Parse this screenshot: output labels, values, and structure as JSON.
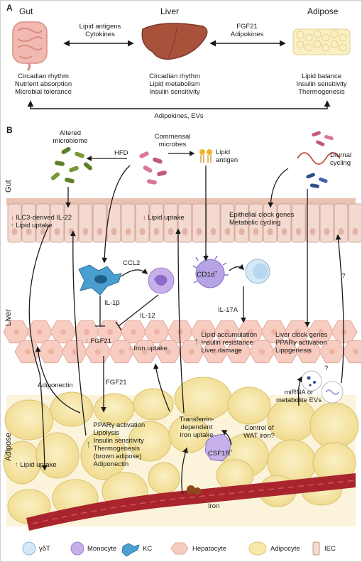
{
  "panelA": {
    "letter": "A",
    "gut": {
      "title": "Gut",
      "lines": [
        "Circadian rhythm",
        "Nutrient absorption",
        "Microbial tolerance"
      ]
    },
    "liver": {
      "title": "Liver",
      "lines": [
        "Circadian rhythm",
        "Lipid metabolism",
        "Insulin sensitivity"
      ]
    },
    "adipose": {
      "title": "Adipose",
      "lines": [
        "Lipid balance",
        "Insulin sensitivity",
        "Thermogenesis"
      ]
    },
    "gut_liver": [
      "Lipid antigens",
      "Cytokines"
    ],
    "liver_adipose": [
      "FGF21",
      "Adipokines"
    ],
    "bottom": "Adipokines, EVs"
  },
  "panelB": {
    "letter": "B",
    "side": {
      "gut": "Gut",
      "liver": "Liver",
      "adipose": "Adipose"
    },
    "altered": [
      "Altered",
      "microbiome"
    ],
    "commensal": [
      "Commensal",
      "microbes"
    ],
    "hfd": "HFD",
    "lipid_antigen": [
      "Lipid",
      "antigen"
    ],
    "diurnal": [
      "Diurnal",
      "cycling"
    ],
    "gut_box1": {
      "l1": "ILC3-derived IL-22",
      "l2": "Lipid uptake"
    },
    "gut_box2": "Lipid uptake",
    "gut_box3": [
      "Epithelial clock genes",
      "Metabolic cycling"
    ],
    "ccl2": "CCL2",
    "il1b": "IL-1β",
    "il12": "IL-12",
    "cd1d": "CD1d",
    "cd1d_sup": "+",
    "il17a": "IL-17A",
    "q1": "?",
    "q2": "?",
    "liver_fgf21": "FGF21",
    "iron_uptake": "Iron uptake",
    "liver_mid": [
      "Lipid accumulation",
      "Insulin resistance",
      "Liver damage"
    ],
    "liver_right": [
      "Liver clock genes",
      "PPARγ activation",
      "Lipogenesis"
    ],
    "adiponectin": "Adiponectin",
    "fgf21_2": "FGF21",
    "mirna": [
      "miRNA or",
      "metabolite EVs"
    ],
    "adipose_list": [
      "PPARγ activation",
      "Lipolysis",
      "Insulin sensitivity",
      "Thermogenesis",
      "(brown adipose)",
      "Adiponectin"
    ],
    "transferrin": [
      "Transferrin-",
      "dependent",
      "iron uptake"
    ],
    "control": [
      "Control of",
      "WAT iron?"
    ],
    "csf1r": "CSF1R",
    "csf1r_sup": "+",
    "adipose_lipid": "Lipid uptake",
    "iron": "Iron"
  },
  "legend": [
    "γδT",
    "Monocyte",
    "KC",
    "Hepatocyte",
    "Adipocyte",
    "IEC"
  ],
  "colors": {
    "up": "#3a8f2e",
    "down": "#c0392b",
    "iec": "#f3d9cf",
    "hepatocyte": "#f7cdc2",
    "adipocyte": "#f8e9a8",
    "vessel": "#a8252e",
    "monocyte": "#b79de0",
    "kc": "#4a9fd0"
  }
}
